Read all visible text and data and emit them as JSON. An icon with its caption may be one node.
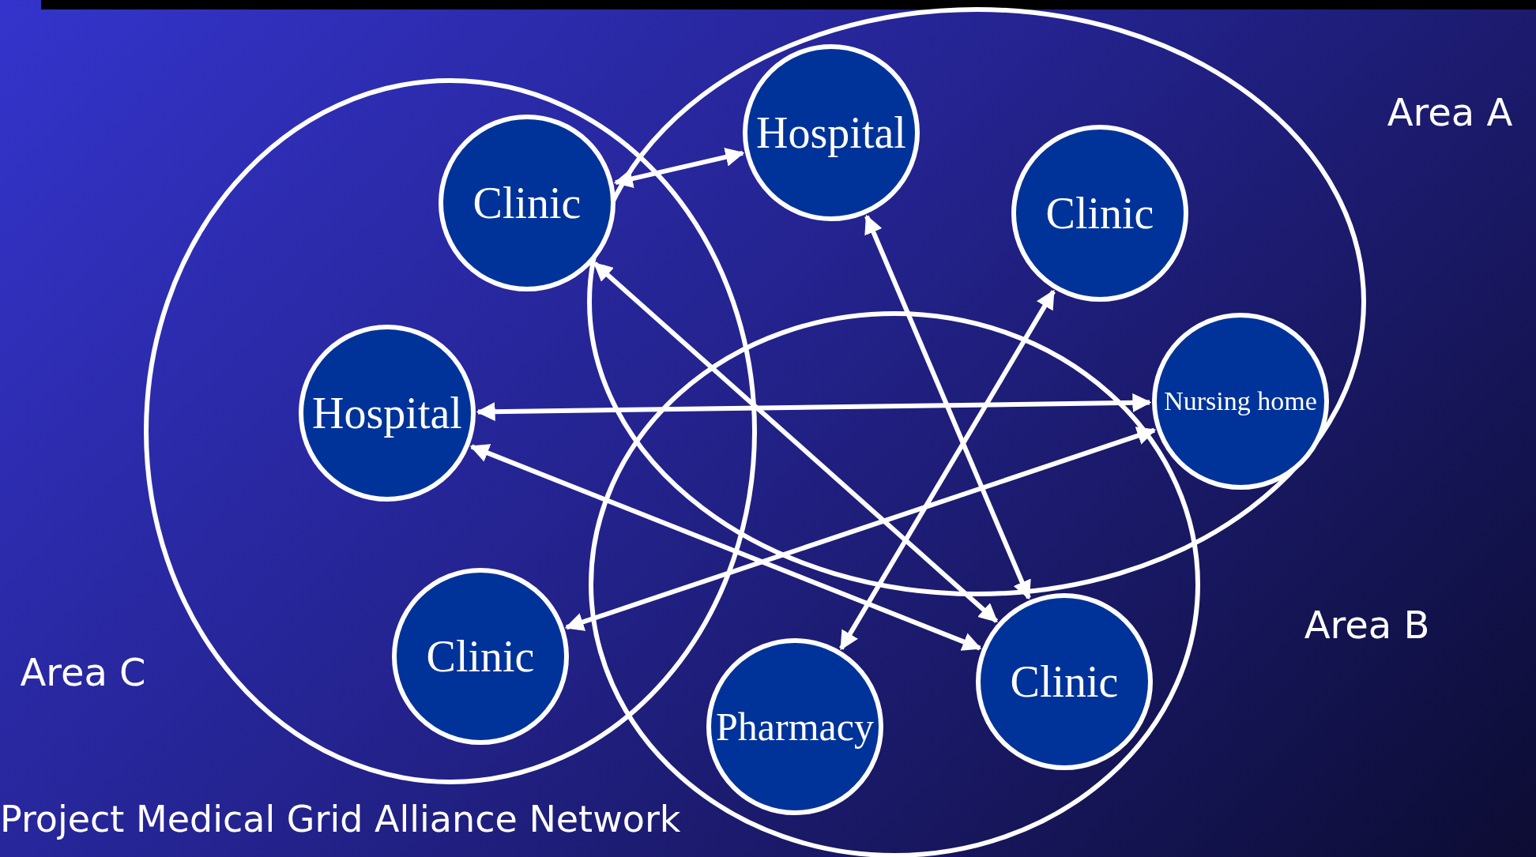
{
  "diagram": {
    "nodes": [
      {
        "text": [
          "Area A"
        ]
      },
      {
        "text": [
          "Hospital"
        ],
        "in": 0
      },
      {
        "text": [
          "Clinic"
        ],
        "in": 0
      },
      {
        "text": [
          "Area C"
        ]
      },
      {
        "text": [
          "Clinic"
        ],
        "in": 3
      },
      {
        "text": [
          "Hospital"
        ],
        "in": 3
      },
      {
        "text": [
          "Nursing home"
        ],
        "in": 0
      },
      {
        "text": [
          "Area B"
        ]
      },
      {
        "text": [
          "Clinic"
        ],
        "in": 3
      },
      {
        "text": [
          "Pharmacy"
        ],
        "in": 7
      },
      {
        "text": [
          "Clinic"
        ],
        "in": 7
      }
    ],
    "edges": [
      {
        "from": 4,
        "to": 1,
        "arrow": "both"
      },
      {
        "from": 4,
        "to": 10,
        "arrow": "both"
      },
      {
        "from": 5,
        "to": 6,
        "arrow": "both"
      },
      {
        "from": 5,
        "to": 10,
        "arrow": "both"
      },
      {
        "from": 8,
        "to": 6,
        "arrow": "both"
      },
      {
        "from": 1,
        "to": 10,
        "arrow": "both"
      },
      {
        "from": 2,
        "to": 9,
        "arrow": "both"
      }
    ],
    "labels": [
      "Project Medical Grid Alliance Network"
    ]
  }
}
